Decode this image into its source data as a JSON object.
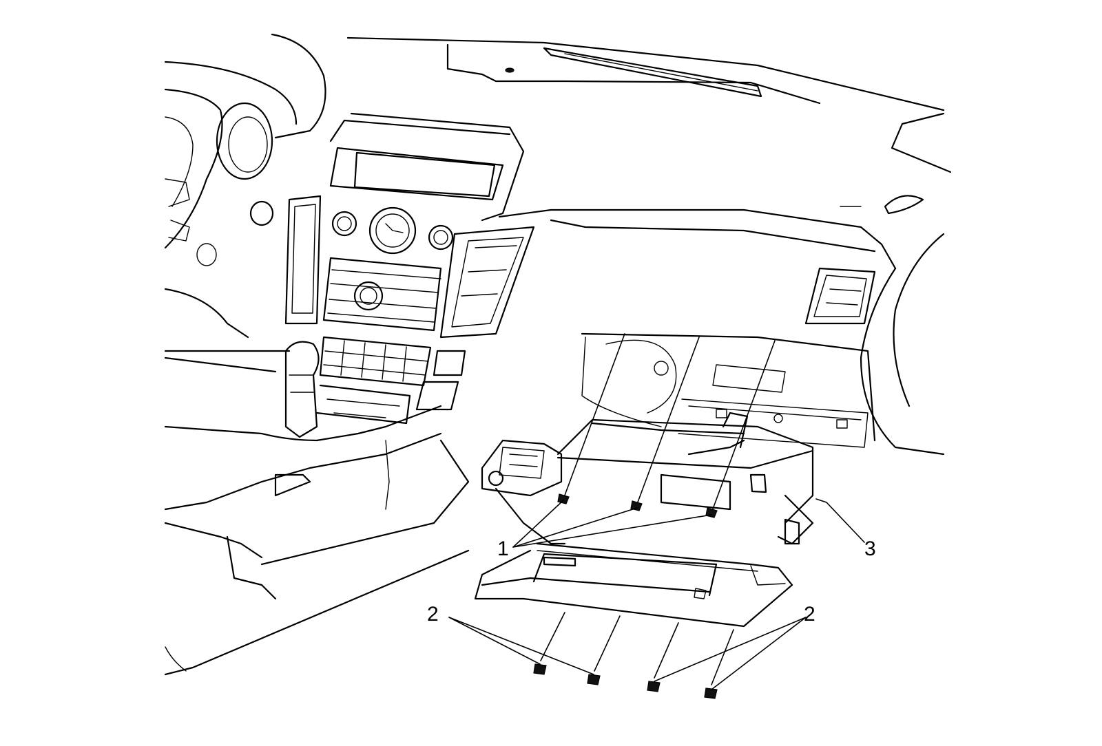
{
  "callouts": [
    {
      "id": "callout-1",
      "label": "1"
    },
    {
      "id": "callout-2-left",
      "label": "2"
    },
    {
      "id": "callout-2-right",
      "label": "2"
    },
    {
      "id": "callout-3",
      "label": "3"
    }
  ],
  "colors": {
    "line": "#000000",
    "background": "#ffffff"
  }
}
